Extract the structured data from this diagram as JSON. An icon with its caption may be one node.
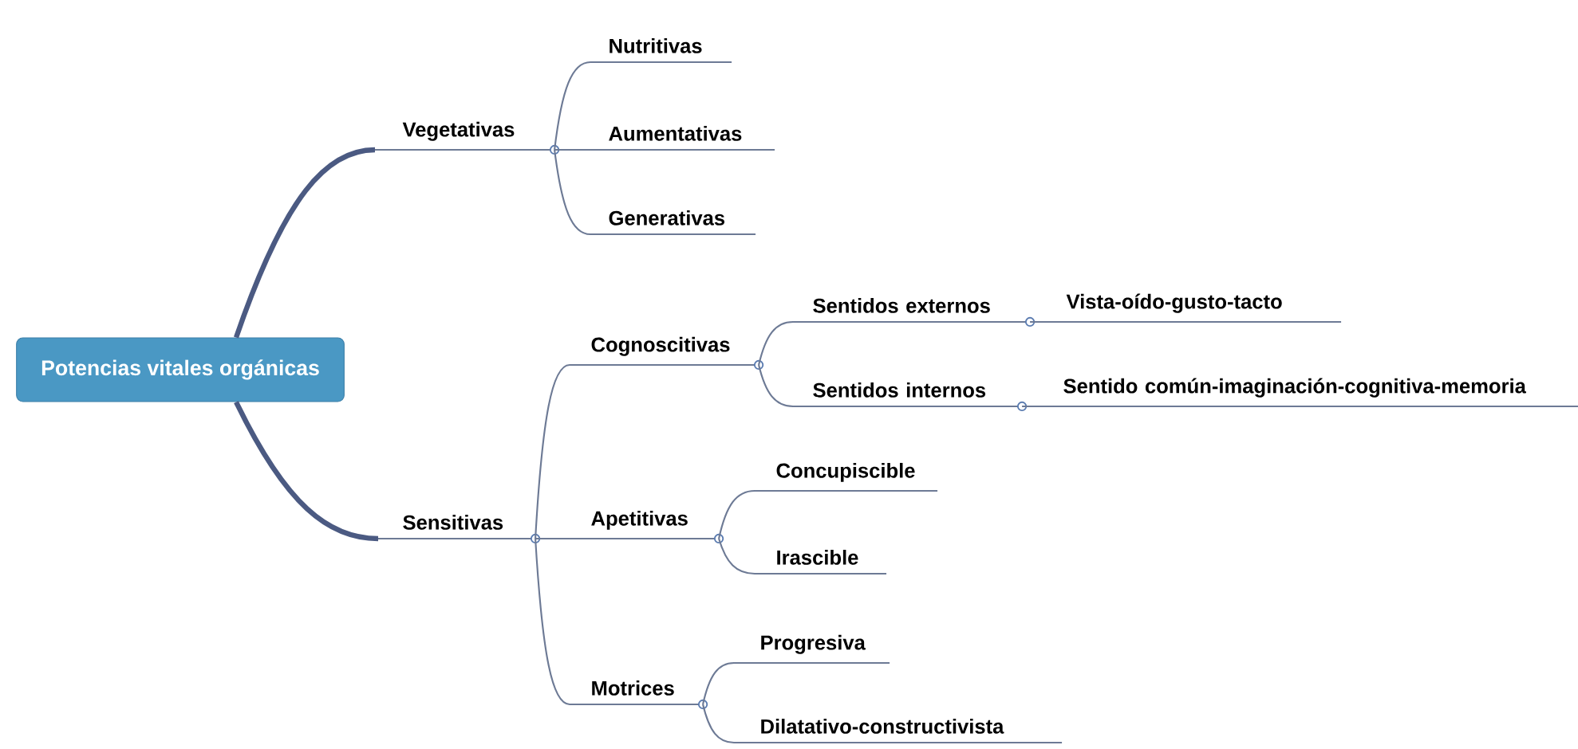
{
  "diagram": {
    "nodes": [
      {
        "text": [
          "Potencias vitales orgánicas"
        ]
      },
      {
        "text": [
          "Vegetativas"
        ]
      },
      {
        "text": [
          "Nutritivas"
        ]
      },
      {
        "text": [
          "Aumentativas"
        ]
      },
      {
        "text": [
          "Generativas"
        ]
      },
      {
        "text": [
          "Sensitivas"
        ]
      },
      {
        "text": [
          "Cognoscitivas"
        ]
      },
      {
        "text": [
          "Sentidos externos"
        ]
      },
      {
        "text": [
          "Vista-oído-gusto-tacto"
        ]
      },
      {
        "text": [
          "Sentidos internos"
        ]
      },
      {
        "text": [
          "Sentido común-imaginación-cognitiva-memoria"
        ]
      },
      {
        "text": [
          "Apetitivas"
        ]
      },
      {
        "text": [
          "Concupiscible"
        ]
      },
      {
        "text": [
          "Irascible"
        ]
      },
      {
        "text": [
          "Motrices"
        ]
      },
      {
        "text": [
          "Progresiva"
        ]
      },
      {
        "text": [
          "Dilatativo-constructivista"
        ]
      }
    ],
    "edges": [
      {
        "from": 0,
        "to": 1,
        "arrow": "none",
        "style": "thick"
      },
      {
        "from": 1,
        "to": 2,
        "arrow": "none"
      },
      {
        "from": 1,
        "to": 3,
        "arrow": "none"
      },
      {
        "from": 1,
        "to": 4,
        "arrow": "none"
      },
      {
        "from": 0,
        "to": 5,
        "arrow": "none",
        "style": "thick"
      },
      {
        "from": 5,
        "to": 6,
        "arrow": "none"
      },
      {
        "from": 6,
        "to": 7,
        "arrow": "none"
      },
      {
        "from": 7,
        "to": 8,
        "arrow": "none"
      },
      {
        "from": 6,
        "to": 9,
        "arrow": "none"
      },
      {
        "from": 9,
        "to": 10,
        "arrow": "none"
      },
      {
        "from": 5,
        "to": 11,
        "arrow": "none"
      },
      {
        "from": 11,
        "to": 12,
        "arrow": "none"
      },
      {
        "from": 11,
        "to": 13,
        "arrow": "none"
      },
      {
        "from": 5,
        "to": 14,
        "arrow": "none"
      },
      {
        "from": 14,
        "to": 15,
        "arrow": "none"
      },
      {
        "from": 14,
        "to": 16,
        "arrow": "none"
      }
    ]
  }
}
